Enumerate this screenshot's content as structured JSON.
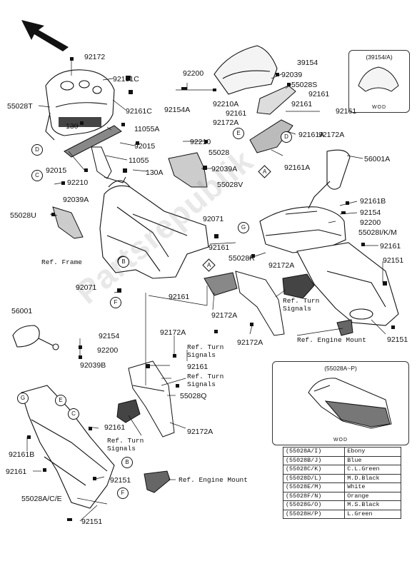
{
  "labels": {
    "l01": "92172",
    "l02": "92161C",
    "l03": "55028T",
    "l04": "92161C",
    "l05": "130",
    "l06": "11055A",
    "l07": "92015",
    "l08": "11055",
    "l09": "92015",
    "l10": "130A",
    "l11": "92210",
    "l12": "92039A",
    "l13": "55028U",
    "l14": "92200",
    "l15": "92154A",
    "l16": "92210",
    "l17": "92039A",
    "l18": "55028V",
    "l19": "39154",
    "l20": "92039",
    "l21": "55028S",
    "l22": "92210A",
    "l23": "92161",
    "l24": "92161",
    "l25": "92161",
    "l26": "92161",
    "l27": "92172A",
    "l28": "92161A",
    "l29": "55028",
    "l30": "92172A",
    "l31": "92161A",
    "l32": "56001A",
    "l33": "92161B",
    "l34": "92154",
    "l35": "92200",
    "l36": "55028I/K/M",
    "l37": "92161",
    "l38": "92071",
    "l39": "92161",
    "l40": "55028R",
    "l41": "92172A",
    "l42": "92151",
    "l43": "92071",
    "l44": "92161",
    "l45": "92172A",
    "l46": "92172A",
    "l47": "92151",
    "l48": "56001",
    "l49": "92154",
    "l50": "92200",
    "l51": "92172A",
    "l52": "92039B",
    "l53": "92161",
    "l54": "55028Q",
    "l55": "92161",
    "l56": "92172A",
    "l57": "92161B",
    "l58": "92161",
    "l59": "92151",
    "l60": "55028A/C/E",
    "l61": "92151"
  },
  "refs": {
    "frame": "Ref. Frame",
    "turn1": "Ref. Turn\nSignals",
    "engine1": "Ref. Engine Mount",
    "turn2": "Ref. Turn\nSignals",
    "turn3": "Ref. Turn\nSignals",
    "turn4": "Ref. Turn\nSignals",
    "engine2": "Ref. Engine Mount"
  },
  "callouts": {
    "D1": "D",
    "C1": "C",
    "E1": "E",
    "D2": "D",
    "A1": "A",
    "G1": "G",
    "B1": "B",
    "A2": "A",
    "F1": "F",
    "G2": "G",
    "E2": "E",
    "C2": "C",
    "B2": "B",
    "F2": "F"
  },
  "inset_windshield": {
    "title": "(39154/A)",
    "foot": "WOD"
  },
  "inset_cowl": {
    "title": "(55028A~P)",
    "foot": "WOD"
  },
  "color_table": [
    {
      "code": "(55028A/I)",
      "color": "Ebony"
    },
    {
      "code": "(55028B/J)",
      "color": "Blue"
    },
    {
      "code": "(55028C/K)",
      "color": "C.L.Green"
    },
    {
      "code": "(55028D/L)",
      "color": "M.D.Black"
    },
    {
      "code": "(55028E/M)",
      "color": "White"
    },
    {
      "code": "(55028F/N)",
      "color": "Orange"
    },
    {
      "code": "(55028G/O)",
      "color": "M.S.Black"
    },
    {
      "code": "(55028H/P)",
      "color": "L.Green"
    }
  ],
  "watermark": "Partsrepublik"
}
